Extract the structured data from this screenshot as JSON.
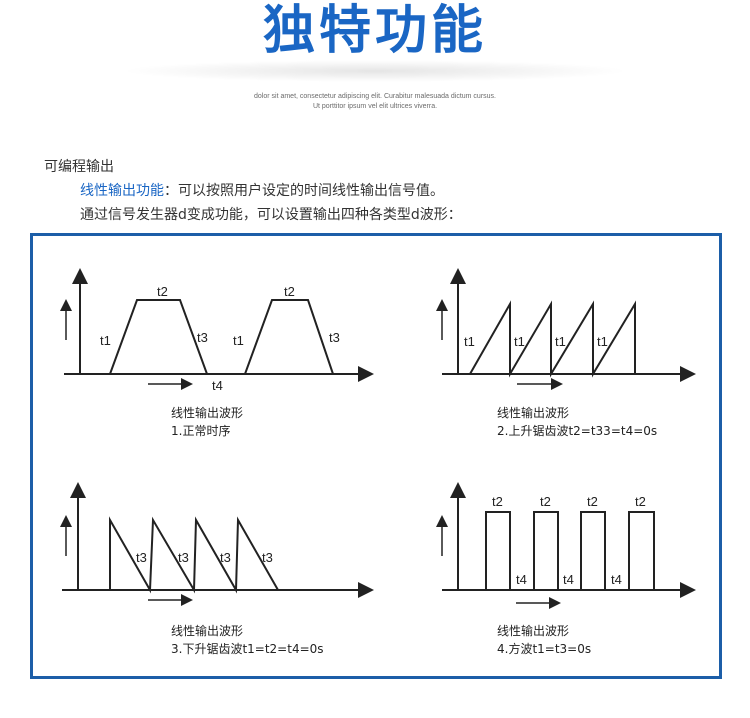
{
  "header": {
    "title": "独特功能",
    "lorem_line1": "dolor sit amet, consectetur adipiscing elit. Curabitur malesuada dictum cursus.",
    "lorem_line2": "Ut porttitor ipsum vel elit ultrices viverra."
  },
  "intro": {
    "heading": "可编程输出",
    "line2_highlight": "线性输出功能",
    "line2_rest": "：可以按照用户设定的时间线性输出信号值。",
    "line3": "通过信号发生器d变成功能，可以设置输出四种各类型d波形："
  },
  "panels": [
    {
      "caption_title": "线性输出波形",
      "caption_sub": "1.正常时序",
      "labels": {
        "t1a": "t1",
        "t2a": "t2",
        "t3a": "t3",
        "t1b": "t1",
        "t2b": "t2",
        "t3b": "t3",
        "t4": "t4"
      }
    },
    {
      "caption_title": "线性输出波形",
      "caption_sub": "2.上升锯齿波t2=t33=t4=0s",
      "labels": {
        "t1a": "t1",
        "t1b": "t1",
        "t1c": "t1",
        "t1d": "t1"
      }
    },
    {
      "caption_title": "线性输出波形",
      "caption_sub": "3.下升锯齿波t1=t2=t4=0s",
      "labels": {
        "t3a": "t3",
        "t3b": "t3",
        "t3c": "t3",
        "t3d": "t3"
      }
    },
    {
      "caption_title": "线性输出波形",
      "caption_sub": "4.方波t1=t3=0s",
      "labels": {
        "t2a": "t2",
        "t2b": "t2",
        "t2c": "t2",
        "t2d": "t2",
        "t4a": "t4",
        "t4b": "t4",
        "t4c": "t4"
      }
    }
  ],
  "colors": {
    "accent": "#1a66c4",
    "frame": "#1c5ea8",
    "stroke": "#222222"
  }
}
